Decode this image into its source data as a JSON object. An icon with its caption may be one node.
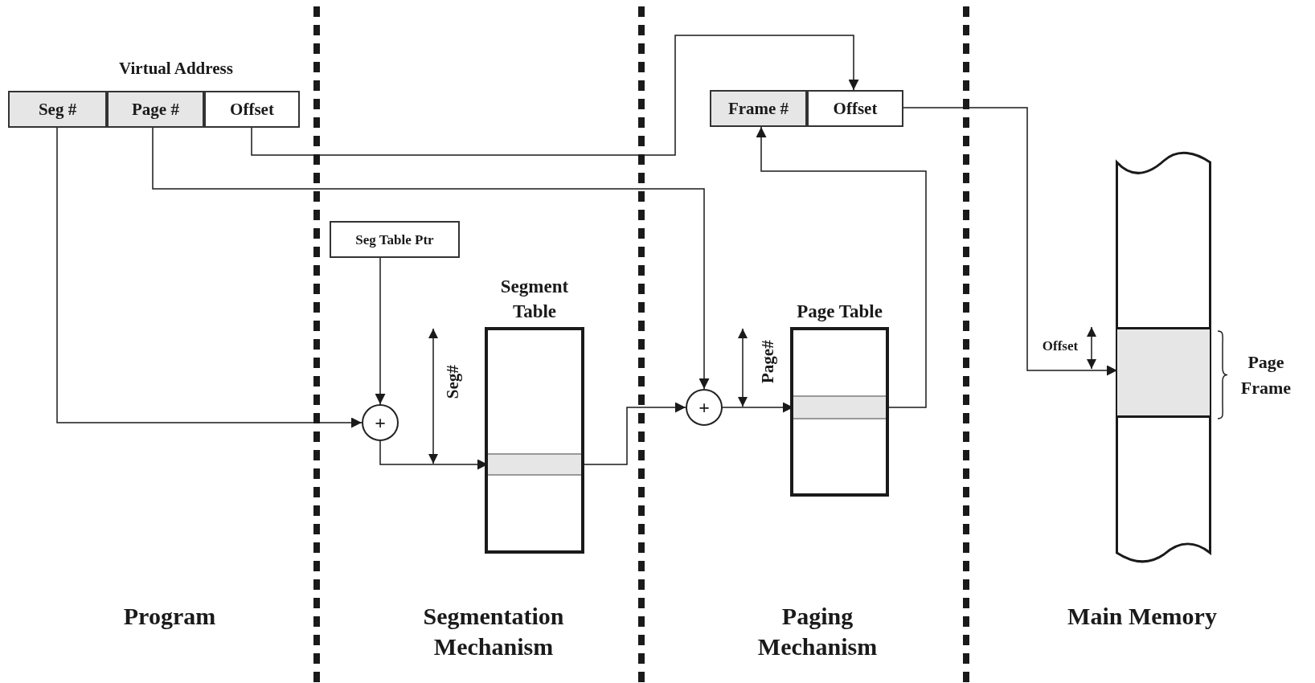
{
  "diagram": {
    "nodes": [
      {
        "text": [
          "Seg #"
        ]
      },
      {
        "text": [
          "Page #"
        ]
      },
      {
        "text": [
          "Offset"
        ]
      },
      {
        "text": [
          "Frame #"
        ]
      },
      {
        "text": [
          "Offset"
        ]
      },
      {
        "text": [
          "Seg Table Ptr"
        ]
      },
      {
        "text": [
          "Segment Table"
        ]
      },
      {
        "text": [],
        "shape": "bar",
        "in": 6
      },
      {
        "text": [
          "Page Table"
        ]
      },
      {
        "text": [],
        "shape": "bar",
        "in": 8
      },
      {
        "text": [],
        "shape": "box"
      },
      {
        "text": [],
        "shape": "box",
        "in": 10,
        "beside": [
          "Page Frame"
        ]
      },
      {
        "text": [
          "+"
        ]
      },
      {
        "text": [
          "+"
        ]
      }
    ],
    "edges": [
      {
        "from": 0,
        "to": 12,
        "arrow": "to"
      },
      {
        "from": 5,
        "to": 12,
        "arrow": "to"
      },
      {
        "from": 12,
        "to": 7,
        "arrow": "to"
      },
      {
        "from": 7,
        "to": 13,
        "arrow": "to"
      },
      {
        "from": 1,
        "to": 13,
        "arrow": "to"
      },
      {
        "from": 13,
        "to": 9,
        "arrow": "to"
      },
      {
        "from": 9,
        "to": 3,
        "arrow": "to"
      },
      {
        "from": 2,
        "to": 4,
        "arrow": "to"
      },
      {
        "from": 4,
        "to": 11,
        "arrow": "to"
      }
    ],
    "labels": [
      "Virtual Address",
      "Seg#",
      "Page#",
      "Offset",
      "Program",
      "Segmentation Mechanism",
      "Paging Mechanism",
      "Main Memory"
    ]
  }
}
